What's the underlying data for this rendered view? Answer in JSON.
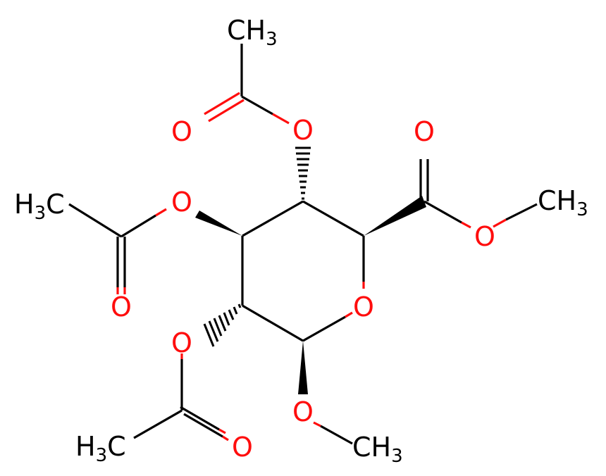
{
  "colors": {
    "carbon": "#000000",
    "oxygen": "#ff0d0d",
    "background": "#ffffff"
  },
  "labels": {
    "o_ring": "O",
    "o_ester_carbonyl": "O",
    "o_ester_ether": "O",
    "o_top_ester": "O",
    "o_top_carbonyl": "O",
    "o_mid_ester": "O",
    "o_mid_carbonyl": "O",
    "o_low_ester": "O",
    "o_bottom_carbonyl": "O",
    "o_methoxy": "O",
    "ch3_top": {
      "main": "CH",
      "sub": "3"
    },
    "ch3_right": {
      "main": "CH",
      "sub": "3"
    },
    "h3c_left": {
      "pre": "H",
      "sub": "3",
      "post": "C"
    },
    "h3c_bottom_left": {
      "pre": "H",
      "sub": "3",
      "post": "C"
    },
    "ch3_bottom": {
      "main": "CH",
      "sub": "3"
    }
  }
}
